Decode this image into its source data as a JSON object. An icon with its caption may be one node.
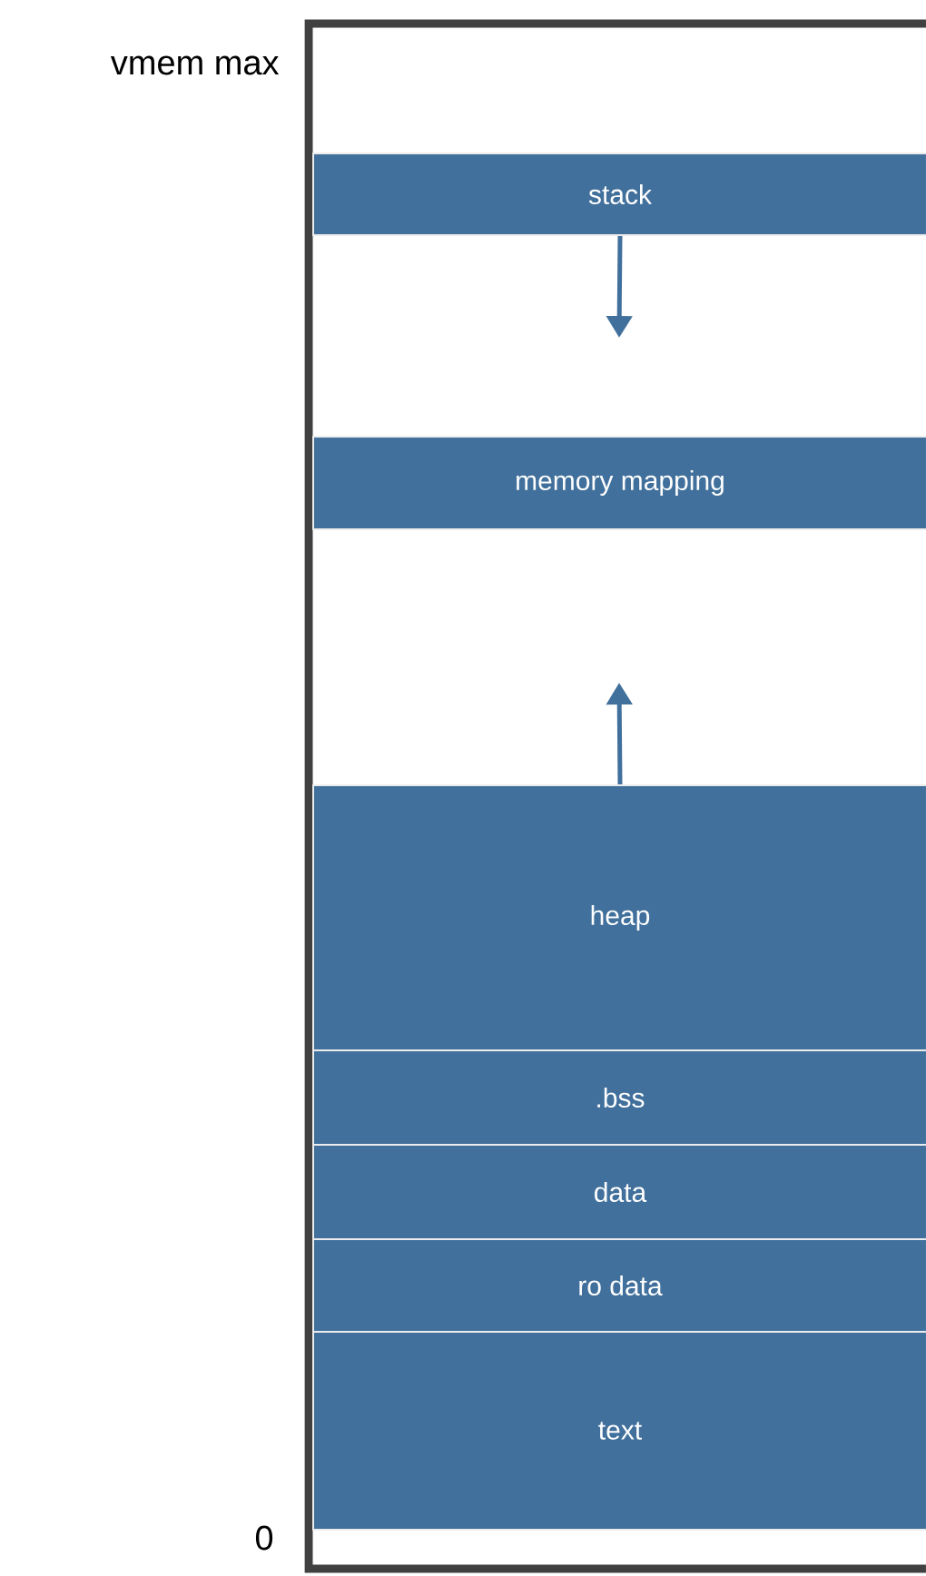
{
  "diagram": {
    "nodes": [
      {
        "text": [],
        "shape": "box"
      },
      {
        "text": [
          "stack"
        ],
        "in": 0
      },
      {
        "text": [
          "memory mapping"
        ],
        "in": 0
      },
      {
        "text": [
          "heap"
        ],
        "in": 0
      },
      {
        "text": [
          ".bss"
        ],
        "in": 0
      },
      {
        "text": [
          "data"
        ],
        "in": 0
      },
      {
        "text": [
          "ro data"
        ],
        "in": 0
      },
      {
        "text": [
          "text"
        ],
        "in": 0
      }
    ],
    "edges": [
      {
        "from": 1,
        "to": null,
        "arrow": "to"
      },
      {
        "from": 3,
        "to": null,
        "arrow": "to"
      }
    ],
    "labels": [
      "vmem max",
      "0"
    ]
  }
}
